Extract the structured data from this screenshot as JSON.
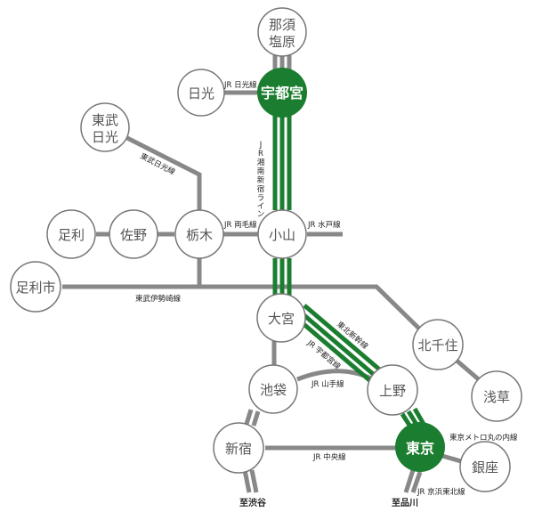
{
  "colors": {
    "jr_green": "#1b7d2f",
    "line_gray": "#888888",
    "circle_stroke": "#777777",
    "station_fill": "#ffffff"
  },
  "stations": {
    "nasushiobara": {
      "line1": "那須",
      "line2": "塩原"
    },
    "utsunomiya": "宇都宮",
    "nikko": "日光",
    "tobu_nikko": {
      "line1": "東武",
      "line2": "日光"
    },
    "ashikaga": "足利",
    "sano": "佐野",
    "tochigi": "栃木",
    "oyama": "小山",
    "ashikagashi": "足利市",
    "omiya": "大宮",
    "kitasenju": "北千住",
    "ikebukuro": "池袋",
    "ueno": "上野",
    "asakusa": "浅草",
    "shinjuku": "新宿",
    "tokyo": "東京",
    "ginza": "銀座"
  },
  "lines": {
    "jr_nikko": "JR 日光線",
    "tobu_nikko": "東武日光線",
    "shonan_shinjuku": [
      "J",
      "R",
      "湘",
      "南",
      "新",
      "宿",
      "ラ",
      "イ",
      "ン"
    ],
    "jr_ryomo": "JR 両毛線",
    "jr_mito": "JR 水戸線",
    "tobu_isesaki": "東武伊勢崎線",
    "tohoku_shinkansen": "東北新幹線",
    "jr_utsunomiya": "JR 宇都宮線",
    "jr_yamanote": "JR 山手線",
    "jr_chuo": "JR 中央線",
    "marunouchi": "東京メトロ丸の内線",
    "keihin_tohoku": "JR 京浜東北線"
  },
  "destinations": {
    "shibuya": "至渋谷",
    "shinagawa": "至品川"
  }
}
